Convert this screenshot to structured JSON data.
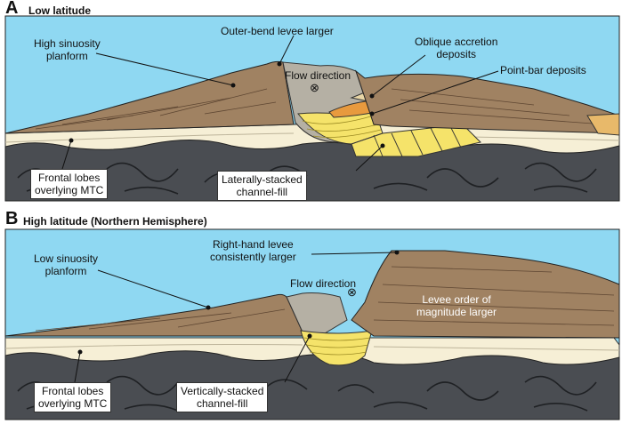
{
  "panel_a": {
    "letter": "A",
    "title": "Low latitude",
    "labels": {
      "high_sinuosity_1": "High sinuosity",
      "high_sinuosity_2": "planform",
      "outer_bend_levee": "Outer-bend levee larger",
      "flow_direction": "Flow direction",
      "oblique_1": "Oblique accretion",
      "oblique_2": "deposits",
      "point_bar": "Point-bar deposits",
      "frontal_1": "Frontal lobes",
      "frontal_2": "overlying MTC",
      "laterally_1": "Laterally-stacked",
      "laterally_2": "channel-fill"
    }
  },
  "panel_b": {
    "letter": "B",
    "title": "High latitude (Northern Hemisphere)",
    "labels": {
      "low_sinuosity_1": "Low sinuosity",
      "low_sinuosity_2": "planform",
      "right_hand_1": "Right-hand levee",
      "right_hand_2": "consistently larger",
      "flow_direction": "Flow direction",
      "levee_order_1": "Levee order of",
      "levee_order_2": "magnitude larger",
      "frontal_1": "Frontal lobes",
      "frontal_2": "overlying MTC",
      "vertically_1": "Vertically-stacked",
      "vertically_2": "channel-fill"
    }
  },
  "colors": {
    "sky": "#8fd8f2",
    "levee": "#a08262",
    "levee_dark": "#7d5f44",
    "mtc": "#4a4d52",
    "sand": "#f6efd6",
    "channel_fill": "#f5e36a",
    "channel_grey": "#b5b0a4",
    "point_bar": "#e89a3e"
  },
  "symbols": {
    "flow_into_page": "⊗"
  }
}
